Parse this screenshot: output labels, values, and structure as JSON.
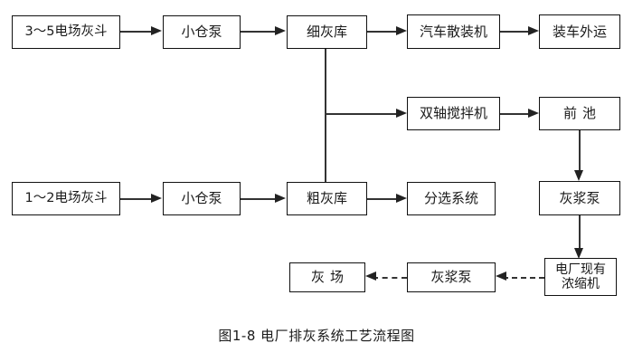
{
  "figure": {
    "caption": "图1-8    电厂排灰系统工艺流程图",
    "background_color": "#ffffff",
    "line_color": "#333333",
    "box_border_color": "#111111",
    "text_color": "#1a1a1a"
  },
  "nodes": [
    {
      "id": "esp-hopper-35",
      "label": "3～5电场灰斗"
    },
    {
      "id": "small-pump-top",
      "label": "小仓泵"
    },
    {
      "id": "fine-ash-silo",
      "label": "细灰库"
    },
    {
      "id": "truck-bulk-loader",
      "label": "汽车散装机"
    },
    {
      "id": "truck-transport",
      "label": "装车外运"
    },
    {
      "id": "twin-shaft-mixer",
      "label": "双轴搅拌机"
    },
    {
      "id": "front-pool",
      "label": "前池"
    },
    {
      "id": "esp-hopper-12",
      "label": "1～2电场灰斗"
    },
    {
      "id": "small-pump-bottom",
      "label": "小仓泵"
    },
    {
      "id": "coarse-ash-silo",
      "label": "粗灰库"
    },
    {
      "id": "sorting-system",
      "label": "分选系统"
    },
    {
      "id": "slurry-pump-right",
      "label": "灰浆泵"
    },
    {
      "id": "existing-thickener",
      "label": "电厂现有\n浓缩机"
    },
    {
      "id": "slurry-pump-bottom",
      "label": "灰浆泵"
    },
    {
      "id": "ash-yard",
      "label": "灰场"
    }
  ],
  "edges": [
    {
      "from": "esp-hopper-35",
      "to": "small-pump-top",
      "style": "solid"
    },
    {
      "from": "small-pump-top",
      "to": "fine-ash-silo",
      "style": "solid"
    },
    {
      "from": "fine-ash-silo",
      "to": "truck-bulk-loader",
      "style": "solid"
    },
    {
      "from": "truck-bulk-loader",
      "to": "truck-transport",
      "style": "solid"
    },
    {
      "from": "fine-ash-silo",
      "to": "twin-shaft-mixer",
      "style": "solid"
    },
    {
      "from": "twin-shaft-mixer",
      "to": "front-pool",
      "style": "solid"
    },
    {
      "from": "fine-ash-silo",
      "to": "coarse-ash-silo",
      "style": "solid"
    },
    {
      "from": "esp-hopper-12",
      "to": "small-pump-bottom",
      "style": "solid"
    },
    {
      "from": "small-pump-bottom",
      "to": "coarse-ash-silo",
      "style": "solid"
    },
    {
      "from": "coarse-ash-silo",
      "to": "sorting-system",
      "style": "solid"
    },
    {
      "from": "front-pool",
      "to": "slurry-pump-right",
      "style": "solid"
    },
    {
      "from": "slurry-pump-right",
      "to": "existing-thickener",
      "style": "solid"
    },
    {
      "from": "existing-thickener",
      "to": "slurry-pump-bottom",
      "style": "dashed"
    },
    {
      "from": "slurry-pump-bottom",
      "to": "ash-yard",
      "style": "dashed"
    }
  ]
}
